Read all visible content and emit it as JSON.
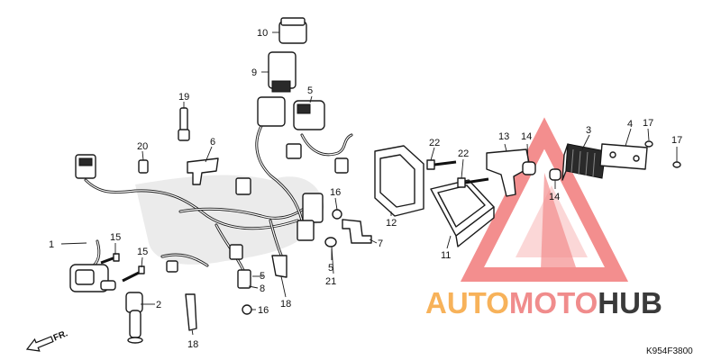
{
  "callouts": {
    "c1": "1",
    "c2": "2",
    "c3": "3",
    "c4": "4",
    "c5a": "5",
    "c5b": "5",
    "c5c": "5",
    "c6": "6",
    "c7": "7",
    "c8": "8",
    "c9": "9",
    "c10": "10",
    "c11": "11",
    "c12": "12",
    "c13": "13",
    "c14a": "14",
    "c14b": "14",
    "c15a": "15",
    "c15b": "15",
    "c16a": "16",
    "c16b": "16",
    "c17a": "17",
    "c17b": "17",
    "c18a": "18",
    "c18b": "18",
    "c19": "19",
    "c20": "20",
    "c21": "21",
    "c22a": "22",
    "c22b": "22"
  },
  "direction_label": "FR.",
  "diagram_code": "K954F3800",
  "watermark": {
    "part1": "AUTO",
    "part2": "MOTO",
    "part3": "HUB",
    "color_auto": "#f7b25a",
    "color_moto": "#f08c8c",
    "color_hub": "#3a3a3a",
    "triangle_color": "#f27b7b"
  }
}
